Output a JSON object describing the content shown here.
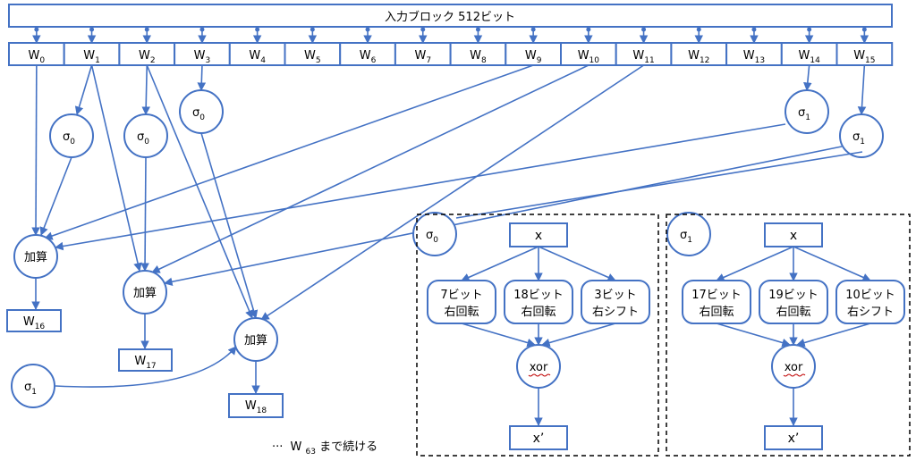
{
  "header": {
    "input_block_label": "入力ブロック 512ビット"
  },
  "words": {
    "main": "W",
    "subs": [
      "0",
      "1",
      "2",
      "3",
      "4",
      "5",
      "6",
      "7",
      "8",
      "9",
      "10",
      "11",
      "12",
      "13",
      "14",
      "15"
    ]
  },
  "sigma": {
    "main": "σ",
    "sub0": "0",
    "sub1": "1"
  },
  "add_label": "加算",
  "outputs": [
    {
      "main": "W",
      "sub": "16"
    },
    {
      "main": "W",
      "sub": "17"
    },
    {
      "main": "W",
      "sub": "18"
    }
  ],
  "continue_note": {
    "dots": "···",
    "word": "W",
    "sub": "63",
    "suffix": " まで続ける"
  },
  "sigma0_detail": {
    "input": "x",
    "ops": [
      {
        "line1": "7ビット",
        "line2": "右回転"
      },
      {
        "line1": "18ビット",
        "line2": "右回転"
      },
      {
        "line1": "3ビット",
        "line2": "右シフト"
      }
    ],
    "combine": "xor",
    "output": "x’"
  },
  "sigma1_detail": {
    "input": "x",
    "ops": [
      {
        "line1": "17ビット",
        "line2": "右回転"
      },
      {
        "line1": "19ビット",
        "line2": "右回転"
      },
      {
        "line1": "10ビット",
        "line2": "右シフト"
      }
    ],
    "combine": "xor",
    "output": "x’"
  },
  "colors": {
    "line": "#4472c4",
    "text": "#000000",
    "border": "#000000"
  }
}
